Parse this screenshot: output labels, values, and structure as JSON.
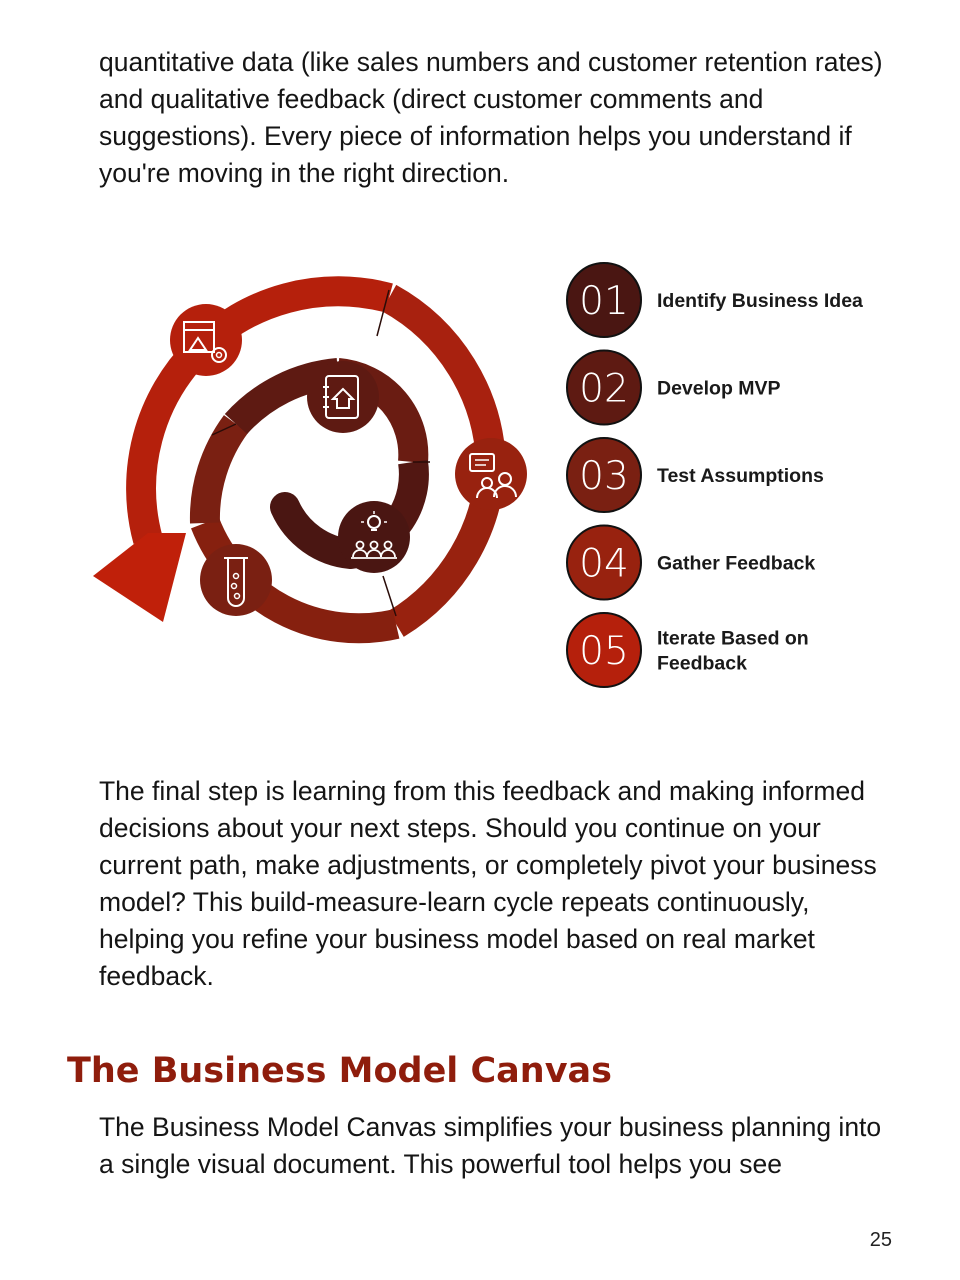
{
  "paragraphs": {
    "top": "quantitative data (like sales numbers and customer retention rates) and qualitative feedback (direct customer comments and suggestions). Every piece of information helps you understand if you're moving in the right direction.",
    "middle": "The final step is learning from this feedback and making informed decisions about your next steps. Should you continue on your current path, make adjustments, or completely pivot your business model? This build-measure-learn cycle repeats continuously, helping you refine your business model based on real market feedback.",
    "bottom": "The Business Model Canvas simplifies your business planning into a single visual document. This powerful tool helps you see"
  },
  "heading": "The Business Model Canvas",
  "page_number": "25",
  "diagram": {
    "steps": [
      {
        "number": "01",
        "label_lines": [
          "Identify Business Idea"
        ],
        "color": "#4a1612",
        "icon": "business-plan-gear-icon"
      },
      {
        "number": "02",
        "label_lines": [
          "Develop MVP"
        ],
        "color": "#5e1a12",
        "icon": "house-notebook-icon"
      },
      {
        "number": "03",
        "label_lines": [
          "Test Assumptions"
        ],
        "color": "#7a2012",
        "icon": "test-tube-icon"
      },
      {
        "number": "04",
        "label_lines": [
          "Gather Feedback"
        ],
        "color": "#98220f",
        "icon": "chat-people-icon"
      },
      {
        "number": "05",
        "label_lines": [
          "Iterate Based on",
          "Feedback"
        ],
        "color": "#b5200c",
        "icon": "lightbulb-team-icon"
      }
    ]
  },
  "colors": {
    "heading": "#8f1d0c",
    "accent_red": "#c0200a",
    "dark_maroon": "#4a1612"
  }
}
